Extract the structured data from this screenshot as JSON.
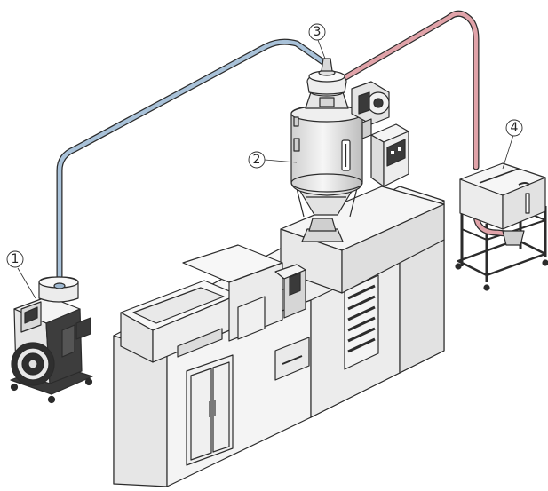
{
  "diagram": {
    "callouts": [
      {
        "id": "1",
        "label": "1"
      },
      {
        "id": "2",
        "label": "2"
      },
      {
        "id": "3",
        "label": "3"
      },
      {
        "id": "4",
        "label": "4"
      }
    ],
    "colors": {
      "outline": "#2b2b2b",
      "body_light": "#f2f2f2",
      "body_mid": "#e2e2e2",
      "body_dark": "#c9c9c9",
      "blue_hose": "#9fb8d0",
      "red_hose": "#d99aa0",
      "dark_metal": "#3a3a3a"
    }
  }
}
